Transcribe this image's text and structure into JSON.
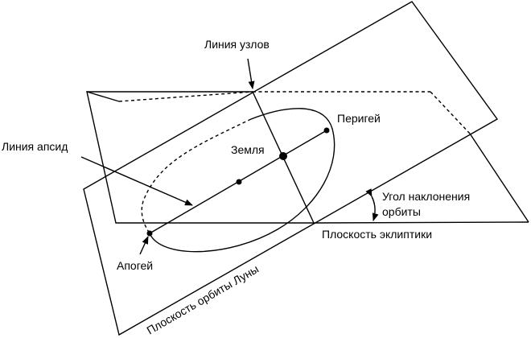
{
  "labels": {
    "line_of_nodes": "Линия узлов",
    "perigee": "Перигей",
    "line_of_apsides": "Линия апсид",
    "earth": "Земля",
    "inclination_line1": "Угол наклонения",
    "inclination_line2": "орбиты",
    "ecliptic_plane": "Плоскость эклиптики",
    "apogee": "Апогей",
    "lunar_orbit_plane": "Плоскость орбиты Луны"
  }
}
